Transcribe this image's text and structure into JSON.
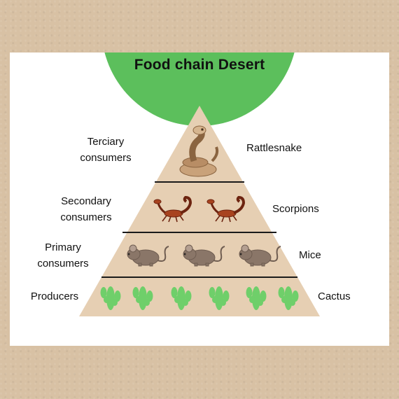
{
  "title": "Food chain Desert",
  "colors": {
    "title_circle": "#5cbf5c",
    "pyramid_fill": "#e6cfb3",
    "divider": "#1a1a1a",
    "cactus": "#6fcf6a",
    "mouse": "#8a7668",
    "scorpion": "#a8431f",
    "snake": "#c9a27a"
  },
  "levels": [
    {
      "id": "tertiary",
      "left_label": "Terciary\nconsumers",
      "right_label": "Rattlesnake",
      "icon": "rattlesnake-icon",
      "count": 1
    },
    {
      "id": "secondary",
      "left_label": "Secondary\nconsumers",
      "right_label": "Scorpions",
      "icon": "scorpion-icon",
      "count": 2
    },
    {
      "id": "primary",
      "left_label": "Primary\nconsumers",
      "right_label": "Mice",
      "icon": "mouse-icon",
      "count": 3
    },
    {
      "id": "producers",
      "left_label": "Producers",
      "right_label": "Cactus",
      "icon": "cactus-icon",
      "count": 6
    }
  ]
}
